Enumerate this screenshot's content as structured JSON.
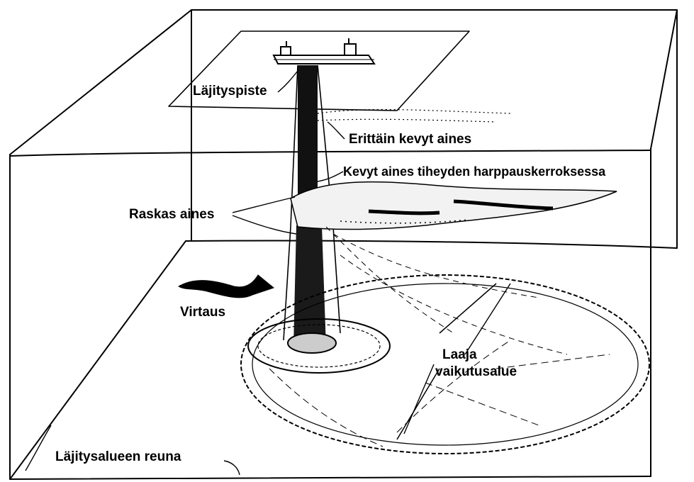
{
  "labels": {
    "dredge_point": "Läjityspiste",
    "very_light": "Erittäin kevyt aines",
    "light_layer": "Kevyt aines tiheyden harppauskerroksessa",
    "heavy": "Raskas aines",
    "current": "Virtaus",
    "wide_area_1": "Laaja",
    "wide_area_2": "vaikutusalue",
    "edge": "Läjitysalueen reuna"
  },
  "colors": {
    "ink": "#000000",
    "paper": "#ffffff",
    "plume": "#f2f2f2"
  },
  "icons": [
    "ship-icon",
    "current-arrow-icon"
  ]
}
